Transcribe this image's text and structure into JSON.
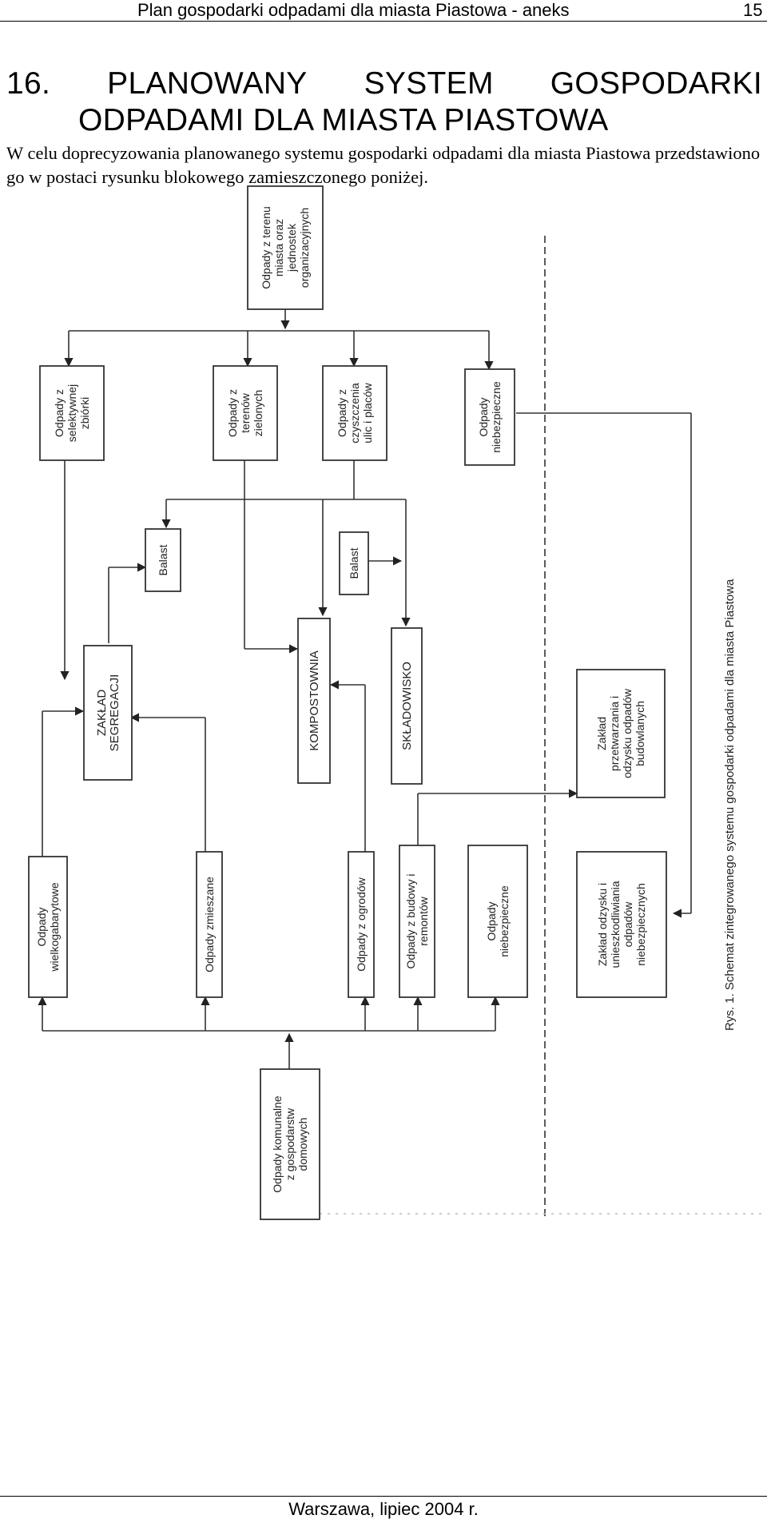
{
  "header": {
    "title": "Plan gospodarki odpadami dla miasta Piastowa - aneks",
    "page": "15"
  },
  "section": {
    "number": "16.",
    "title_line1_words": [
      "PLANOWANY",
      "SYSTEM",
      "GOSPODARKI"
    ],
    "title_line2": "ODPADAMI DLA MIASTA PIASTOWA"
  },
  "intro": "W celu doprecyzowania planowanego systemu gospodarki odpadami dla miasta Piastowa przedstawiono go w postaci rysunku blokowego zamieszczonego poniżej.",
  "diagram": {
    "box_teren": [
      "Odpady z terenu",
      "miasta oraz",
      "jednostek",
      "organizacyjnych"
    ],
    "box_selektywna": [
      "Odpady z",
      "selektywnej",
      "zbiórki"
    ],
    "box_zielone": [
      "Odpady z",
      "terenów",
      "zielonych"
    ],
    "box_czyszczenie": [
      "Odpady z",
      "czyszczenia",
      "ulic i placów"
    ],
    "box_niebezp_top": [
      "Odpady",
      "niebezpieczne"
    ],
    "box_balast1": [
      "Balast"
    ],
    "box_balast2": [
      "Balast"
    ],
    "box_segregacja": [
      "ZAKŁAD",
      "SEGREGACJI"
    ],
    "box_kompostownia": [
      "KOMPOSTOWNIA"
    ],
    "box_skladowisko": [
      "SKŁADOWISKO"
    ],
    "box_przetwarzanie": [
      "Zakład",
      "przetwarzania i",
      "odzysku odpadów",
      "budowlanych"
    ],
    "box_wielkogabaryt": [
      "Odpady",
      "wielkogabarytowe"
    ],
    "box_zmieszane": [
      "Odpady zmieszane"
    ],
    "box_ogrody": [
      "Odpady z ogrodów"
    ],
    "box_budowy": [
      "Odpady z budowy i",
      "remontów"
    ],
    "box_niebezp_bottom": [
      "Odpady",
      "niebezpieczne"
    ],
    "box_odzysk": [
      "Zakład odzysku i",
      "unieszkodliwiania",
      "odpadów",
      "niebezpiecznych"
    ],
    "box_komunalne": [
      "Odpady komunalne",
      "z gospodarstw",
      "domowych"
    ],
    "caption": "Rys. 1.   Schemat zintegrowanego systemu gospodarki odpadami dla miasta Piastowa"
  },
  "footer": {
    "text": "Warszawa, lipiec 2004 r."
  }
}
